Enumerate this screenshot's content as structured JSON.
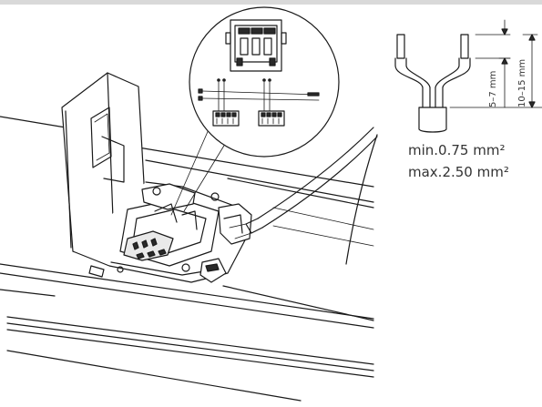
{
  "wire_spec": {
    "min_section": "min.0.75 mm²",
    "max_section": "max.2.50 mm²",
    "strip_length": "5–7 mm",
    "sheath_strip_length": "10–15 mm"
  },
  "colors": {
    "line": "#1a1a1a",
    "top_bar": "#d9d9d9",
    "text": "#333333"
  }
}
